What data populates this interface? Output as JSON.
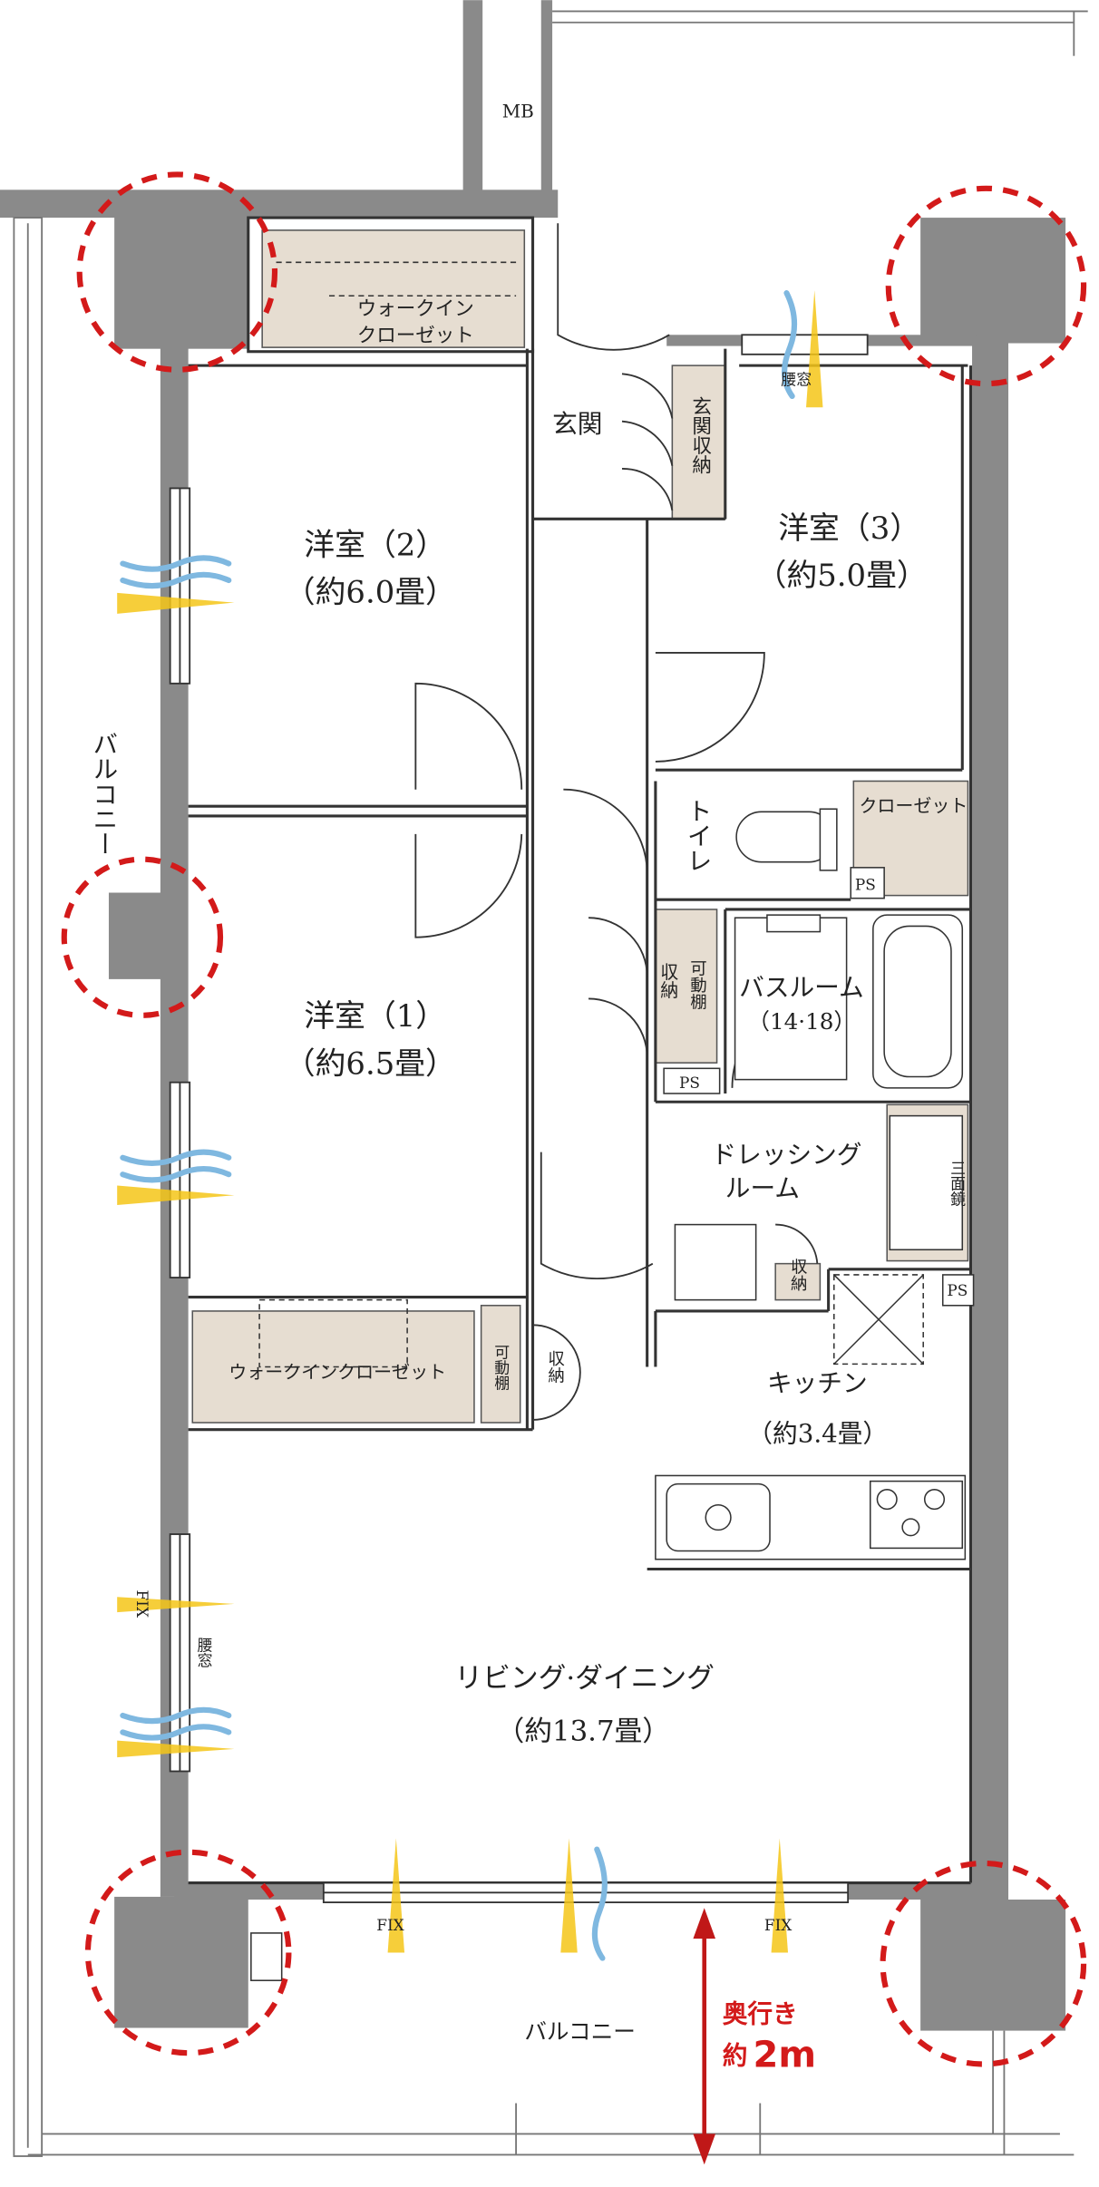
{
  "rooms": {
    "mb": "MB",
    "walkin_top": [
      "ウォークイン",
      "クローゼット"
    ],
    "entrance": "玄関",
    "entrance_storage": "玄関収納",
    "western2": [
      "洋室（2）",
      "（約6.0畳）"
    ],
    "western3": [
      "洋室（3）",
      "（約5.0畳）"
    ],
    "western1": [
      "洋室（1）",
      "（約6.5畳）"
    ],
    "toilet": "トイレ",
    "closet": "クローゼット",
    "ps": "PS",
    "storage": "収納",
    "movable_shelf": "可動棚",
    "bathroom": [
      "バスルーム",
      "（14·18）"
    ],
    "dressing": [
      "ドレッシング",
      "ルーム"
    ],
    "three_mirror": "三面鏡",
    "kitchen": [
      "キッチン",
      "（約3.4畳）"
    ],
    "walkin_bottom": "ウォークインクローゼット",
    "living": [
      "リビング·ダイニング",
      "（約13.7畳）"
    ],
    "balcony_left": "バルコニー",
    "balcony_bottom": "バルコニー",
    "waist_window": "腰窓",
    "fix": "FIX"
  },
  "annotation": {
    "depth_line1": "奥行き",
    "depth_prefix": "約",
    "depth_value": "2m"
  },
  "colors": {
    "wall": "#8a8a8a",
    "storage_fill": "#e6ddd1",
    "accent_red": "#d31a1a",
    "light_yellow": "#f5c518",
    "wind_blue": "#7fb8e0"
  }
}
